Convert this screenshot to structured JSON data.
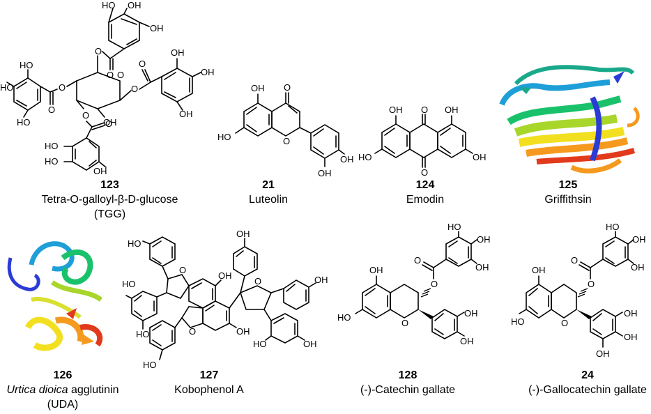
{
  "compounds": [
    {
      "number": "123",
      "name": "Tetra-O-galloyl-β-D-glucose",
      "abbrev": "(TGG)"
    },
    {
      "number": "21",
      "name": "Luteolin"
    },
    {
      "number": "124",
      "name": "Emodin"
    },
    {
      "number": "125",
      "name": "Griffithsin"
    },
    {
      "number": "126",
      "name_italic": "Urtica dioica",
      "name_rest": " agglutinin",
      "abbrev": "(UDA)"
    },
    {
      "number": "127",
      "name": "Kobophenol A"
    },
    {
      "number": "128",
      "name": "(-)-Catechin gallate"
    },
    {
      "number": "24",
      "name": "(-)-Gallocatechin gallate"
    }
  ],
  "atom_labels": {
    "hydroxyl": "HO",
    "hydroxyl_r": "OH",
    "oxygen": "O"
  },
  "protein_colors": [
    "#2b3bd6",
    "#1f9fd8",
    "#19c26a",
    "#a8d62b",
    "#f2e020",
    "#f59a1e",
    "#e23a1c"
  ]
}
